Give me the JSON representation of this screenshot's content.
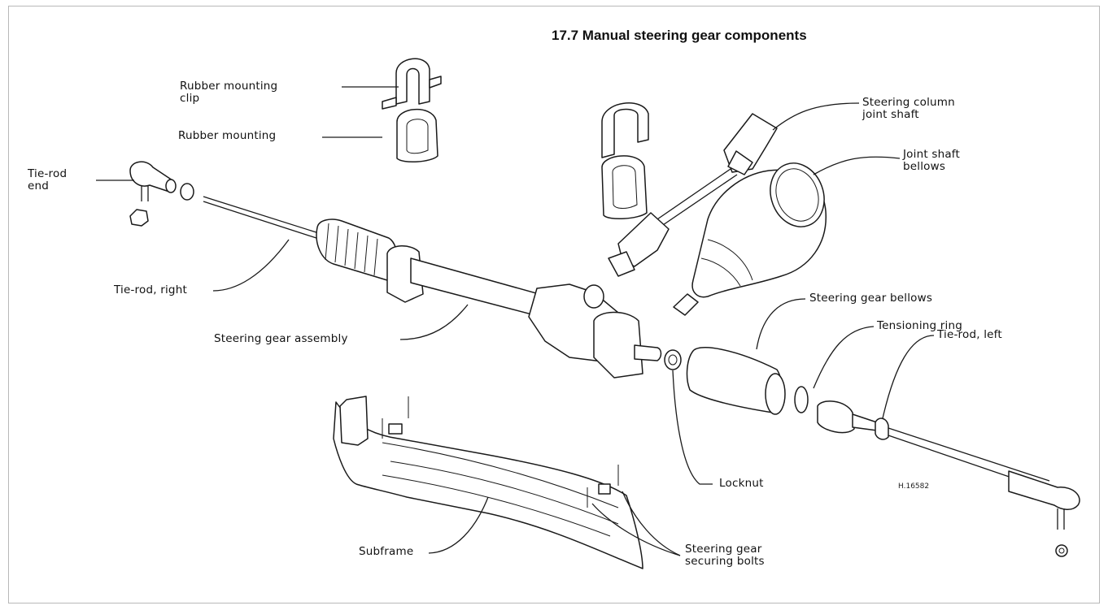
{
  "figure": {
    "title": "17.7 Manual steering gear components",
    "reference": "H.16582"
  },
  "labels": {
    "rubber_mounting_clip": "Rubber mounting\nclip",
    "rubber_mounting": "Rubber mounting",
    "tie_rod_end": "Tie-rod\nend",
    "tie_rod_right": "Tie-rod, right",
    "steering_gear_assembly": "Steering gear assembly",
    "steering_column_joint_shaft": "Steering column\njoint shaft",
    "joint_shaft_bellows": "Joint shaft\nbellows",
    "steering_gear_bellows": "Steering gear bellows",
    "tensioning_ring": "Tensioning ring",
    "tie_rod_left": "Tie-rod, left",
    "locknut": "Locknut",
    "subframe": "Subframe",
    "steering_gear_securing_bolts": "Steering gear\nsecuring bolts"
  }
}
